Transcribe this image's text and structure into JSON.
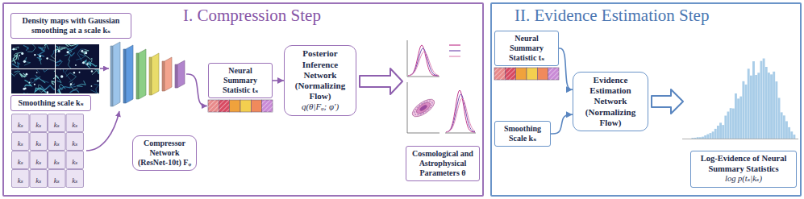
{
  "diagram": {
    "nodes": [
      {
        "text": [
          "I. Compression Step"
        ]
      },
      {
        "text": [
          "Density maps with Gaussian smoothing at a scale kₛ"
        ],
        "in": 0
      },
      {
        "text": [
          "Smoothing scale kₛ"
        ],
        "in": 0
      },
      {
        "text": [
          "Compressor Network (ResNet-10t) Fᵩ"
        ],
        "in": 0
      },
      {
        "text": [
          "Neural Summary Statistic tₛ"
        ],
        "in": 0
      },
      {
        "text": [
          "Posterior Inference Network (Normalizing Flow)",
          "q(θ|Fᵩ; φ′)"
        ],
        "in": 0
      },
      {
        "text": [
          "Cosmological and Astrophysical Parameters θ"
        ],
        "in": 0
      },
      {
        "text": [
          "II. Evidence Estimation Step"
        ]
      },
      {
        "text": [
          "Neural Summary Statistic tₛ"
        ],
        "in": 7
      },
      {
        "text": [
          "Smoothing Scale kₛ"
        ],
        "in": 7
      },
      {
        "text": [
          "Evidence Estimation Network (Normalizing Flow)"
        ],
        "in": 7
      },
      {
        "text": [
          "Log-Evidence of Neural Summary Statistics",
          "log p(tₛ|kₛ)"
        ],
        "in": 7
      }
    ],
    "edges": [
      {
        "from": 4,
        "to": 5,
        "arrow": "to"
      },
      {
        "from": 8,
        "to": 10,
        "arrow": "to"
      },
      {
        "from": 9,
        "to": 10,
        "arrow": "to"
      }
    ],
    "labels": [
      "kₛ",
      "kₛ",
      "kₛ",
      "kₛ",
      "kₛ",
      "kₛ",
      "kₛ",
      "kₛ",
      "kₛ",
      "kₛ",
      "kₛ",
      "kₛ",
      "kₛ",
      "kₛ",
      "kₛ",
      "kₛ"
    ]
  }
}
